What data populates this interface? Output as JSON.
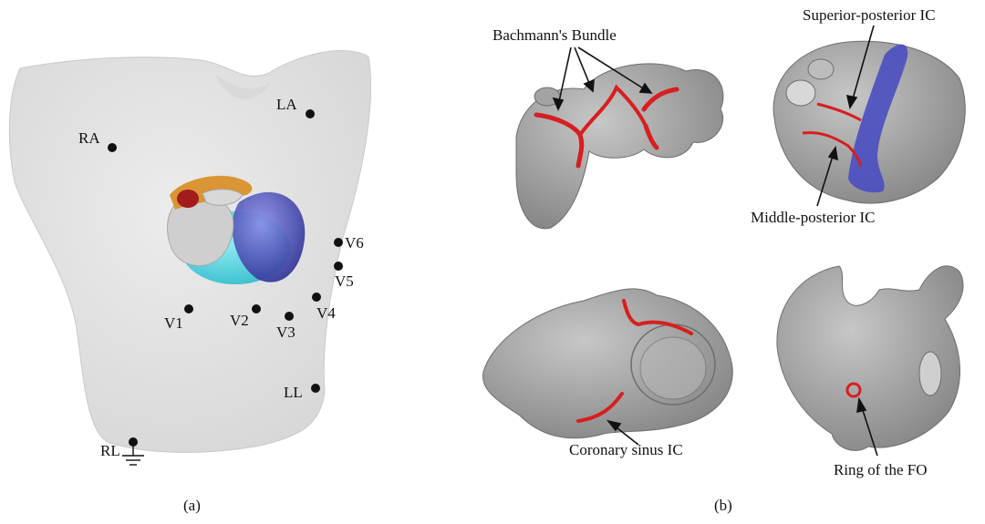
{
  "panel_a": {
    "caption": "(a)",
    "electrodes": [
      "RA",
      "LA",
      "V1",
      "V2",
      "V3",
      "V4",
      "V5",
      "V6",
      "LL",
      "RL"
    ]
  },
  "panel_b": {
    "caption": "(b)",
    "annotations": {
      "bachmann": "Bachmann's Bundle",
      "superior_posterior": "Superior-posterior IC",
      "middle_posterior": "Middle-posterior IC",
      "coronary_sinus": "Coronary sinus IC",
      "ring_fo": "Ring of the FO"
    }
  },
  "colors": {
    "torso": "#e6e6e6",
    "atria": "#9b9b9b",
    "bundle": "#d81e1e",
    "lv": "#4a4ec0",
    "rv": "#38d6e6",
    "fat": "#d9902a"
  }
}
